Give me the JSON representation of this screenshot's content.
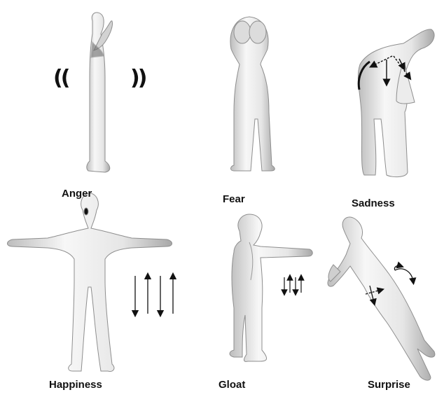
{
  "figure": {
    "emotions": [
      {
        "id": "anger",
        "label": "Anger"
      },
      {
        "id": "fear",
        "label": "Fear"
      },
      {
        "id": "sadness",
        "label": "Sadness"
      },
      {
        "id": "happiness",
        "label": "Happiness"
      },
      {
        "id": "gloat",
        "label": "Gloat"
      },
      {
        "id": "surprise",
        "label": "Surprise"
      }
    ],
    "anger_motion_marks": {
      "left": "((",
      "right": "))"
    }
  },
  "colors": {
    "background": "#ffffff",
    "figure_fill": "#e8e8e8",
    "figure_stroke": "#9a9a9a",
    "ink": "#111111"
  }
}
